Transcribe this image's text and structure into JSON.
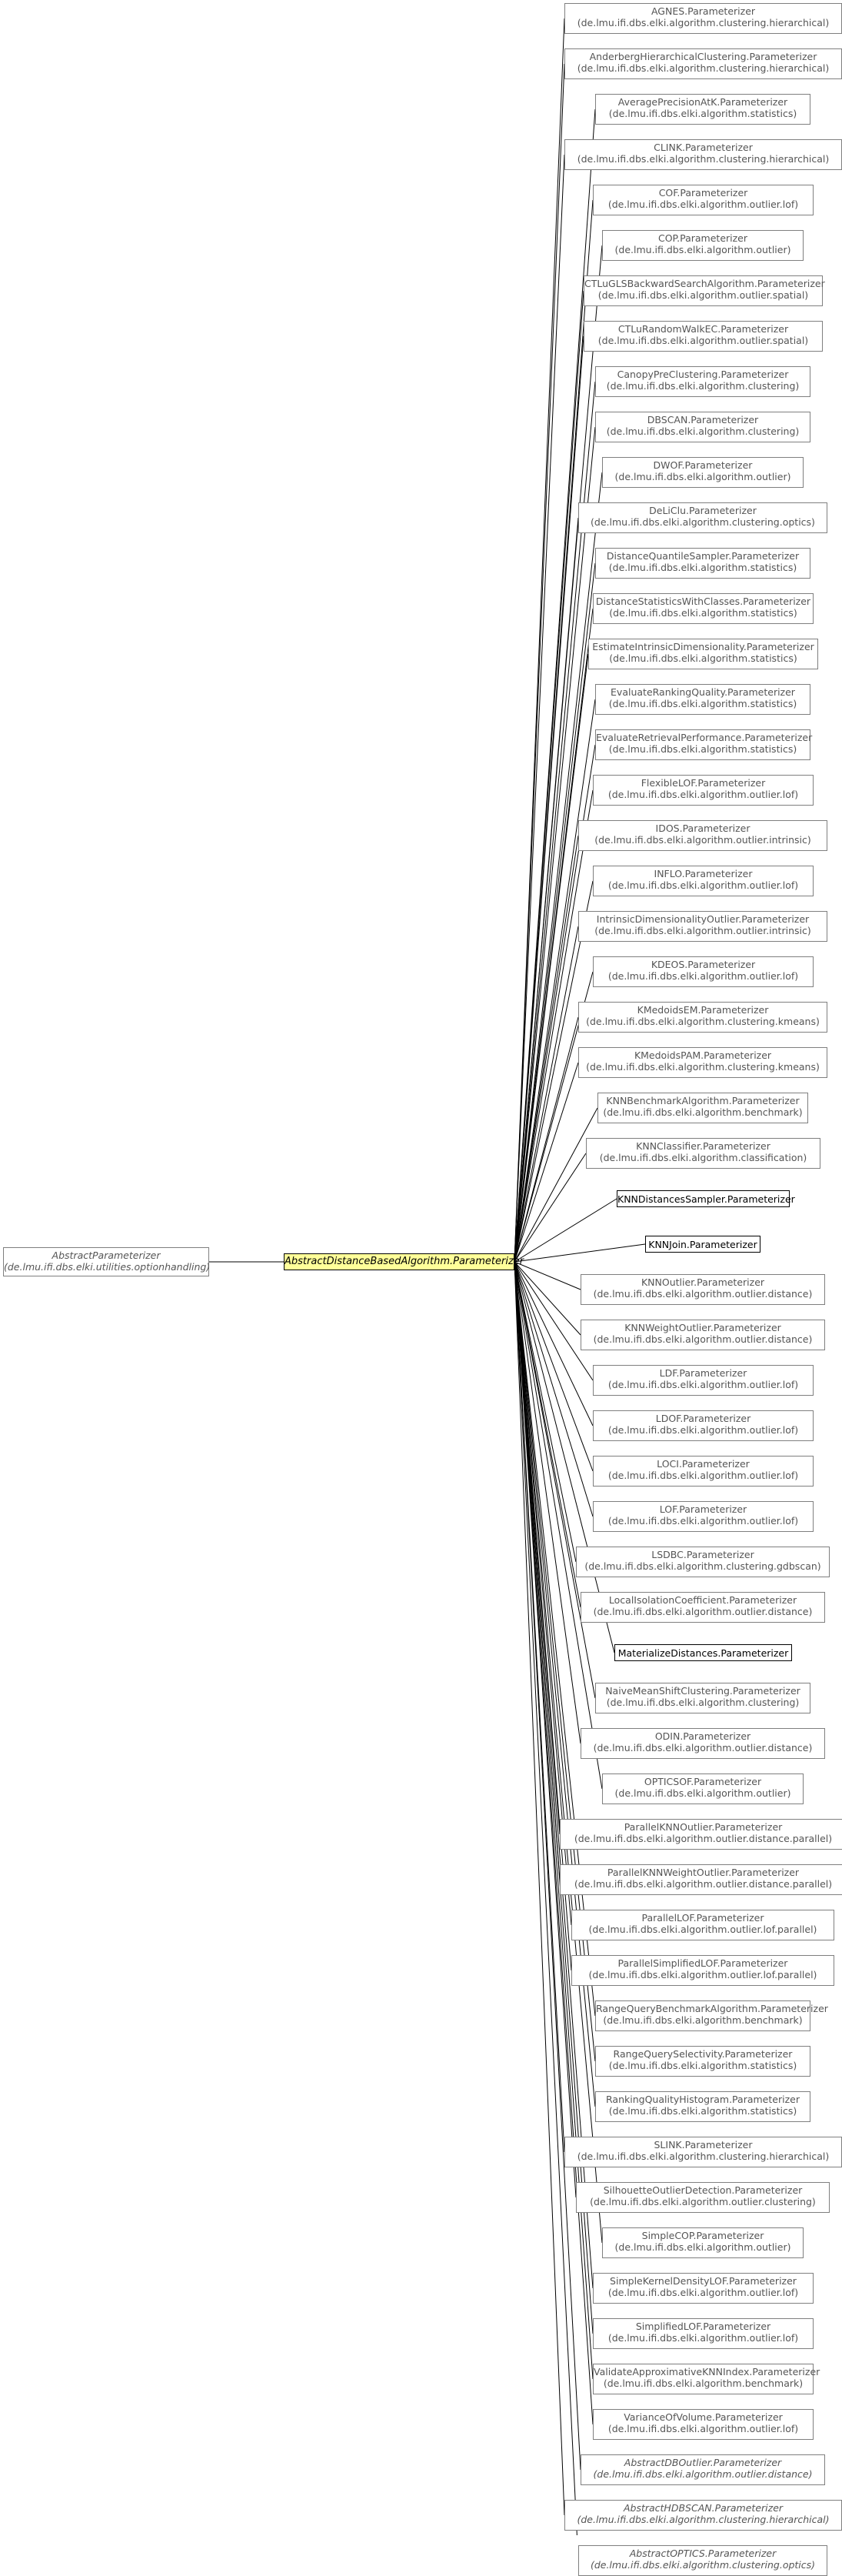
{
  "central": {
    "label": "AbstractDistanceBasedAlgorithm.Parameterizer"
  },
  "parent": {
    "label": "AbstractParameterizer",
    "package": "(de.lmu.ifi.dbs.elki.utilities.optionhandling)"
  },
  "children": [
    {
      "label": "AGNES.Parameterizer",
      "package": "(de.lmu.ifi.dbs.elki.algorithm.clustering.hierarchical)"
    },
    {
      "label": "AnderbergHierarchicalClustering.Parameterizer",
      "package": "(de.lmu.ifi.dbs.elki.algorithm.clustering.hierarchical)"
    },
    {
      "label": "AveragePrecisionAtK.Parameterizer",
      "package": "(de.lmu.ifi.dbs.elki.algorithm.statistics)"
    },
    {
      "label": "CLINK.Parameterizer",
      "package": "(de.lmu.ifi.dbs.elki.algorithm.clustering.hierarchical)"
    },
    {
      "label": "COF.Parameterizer",
      "package": "(de.lmu.ifi.dbs.elki.algorithm.outlier.lof)"
    },
    {
      "label": "COP.Parameterizer",
      "package": "(de.lmu.ifi.dbs.elki.algorithm.outlier)"
    },
    {
      "label": "CTLuGLSBackwardSearchAlgorithm.Parameterizer",
      "package": "(de.lmu.ifi.dbs.elki.algorithm.outlier.spatial)"
    },
    {
      "label": "CTLuRandomWalkEC.Parameterizer",
      "package": "(de.lmu.ifi.dbs.elki.algorithm.outlier.spatial)"
    },
    {
      "label": "CanopyPreClustering.Parameterizer",
      "package": "(de.lmu.ifi.dbs.elki.algorithm.clustering)"
    },
    {
      "label": "DBSCAN.Parameterizer",
      "package": "(de.lmu.ifi.dbs.elki.algorithm.clustering)"
    },
    {
      "label": "DWOF.Parameterizer",
      "package": "(de.lmu.ifi.dbs.elki.algorithm.outlier)"
    },
    {
      "label": "DeLiClu.Parameterizer",
      "package": "(de.lmu.ifi.dbs.elki.algorithm.clustering.optics)"
    },
    {
      "label": "DistanceQuantileSampler.Parameterizer",
      "package": "(de.lmu.ifi.dbs.elki.algorithm.statistics)"
    },
    {
      "label": "DistanceStatisticsWithClasses.Parameterizer",
      "package": "(de.lmu.ifi.dbs.elki.algorithm.statistics)"
    },
    {
      "label": "EstimateIntrinsicDimensionality.Parameterizer",
      "package": "(de.lmu.ifi.dbs.elki.algorithm.statistics)"
    },
    {
      "label": "EvaluateRankingQuality.Parameterizer",
      "package": "(de.lmu.ifi.dbs.elki.algorithm.statistics)"
    },
    {
      "label": "EvaluateRetrievalPerformance.Parameterizer",
      "package": "(de.lmu.ifi.dbs.elki.algorithm.statistics)"
    },
    {
      "label": "FlexibleLOF.Parameterizer",
      "package": "(de.lmu.ifi.dbs.elki.algorithm.outlier.lof)"
    },
    {
      "label": "IDOS.Parameterizer",
      "package": "(de.lmu.ifi.dbs.elki.algorithm.outlier.intrinsic)"
    },
    {
      "label": "INFLO.Parameterizer",
      "package": "(de.lmu.ifi.dbs.elki.algorithm.outlier.lof)"
    },
    {
      "label": "IntrinsicDimensionalityOutlier.Parameterizer",
      "package": "(de.lmu.ifi.dbs.elki.algorithm.outlier.intrinsic)"
    },
    {
      "label": "KDEOS.Parameterizer",
      "package": "(de.lmu.ifi.dbs.elki.algorithm.outlier.lof)"
    },
    {
      "label": "KMedoidsEM.Parameterizer",
      "package": "(de.lmu.ifi.dbs.elki.algorithm.clustering.kmeans)"
    },
    {
      "label": "KMedoidsPAM.Parameterizer",
      "package": "(de.lmu.ifi.dbs.elki.algorithm.clustering.kmeans)"
    },
    {
      "label": "KNNBenchmarkAlgorithm.Parameterizer",
      "package": "(de.lmu.ifi.dbs.elki.algorithm.benchmark)"
    },
    {
      "label": "KNNClassifier.Parameterizer",
      "package": "(de.lmu.ifi.dbs.elki.algorithm.classification)"
    },
    {
      "label": "KNNDistancesSampler.Parameterizer",
      "package": ""
    },
    {
      "label": "KNNJoin.Parameterizer",
      "package": ""
    },
    {
      "label": "KNNOutlier.Parameterizer",
      "package": "(de.lmu.ifi.dbs.elki.algorithm.outlier.distance)"
    },
    {
      "label": "KNNWeightOutlier.Parameterizer",
      "package": "(de.lmu.ifi.dbs.elki.algorithm.outlier.distance)"
    },
    {
      "label": "LDF.Parameterizer",
      "package": "(de.lmu.ifi.dbs.elki.algorithm.outlier.lof)"
    },
    {
      "label": "LDOF.Parameterizer",
      "package": "(de.lmu.ifi.dbs.elki.algorithm.outlier.lof)"
    },
    {
      "label": "LOCI.Parameterizer",
      "package": "(de.lmu.ifi.dbs.elki.algorithm.outlier.lof)"
    },
    {
      "label": "LOF.Parameterizer",
      "package": "(de.lmu.ifi.dbs.elki.algorithm.outlier.lof)"
    },
    {
      "label": "LSDBC.Parameterizer",
      "package": "(de.lmu.ifi.dbs.elki.algorithm.clustering.gdbscan)"
    },
    {
      "label": "LocalIsolationCoefficient.Parameterizer",
      "package": "(de.lmu.ifi.dbs.elki.algorithm.outlier.distance)"
    },
    {
      "label": "MaterializeDistances.Parameterizer",
      "package": ""
    },
    {
      "label": "NaiveMeanShiftClustering.Parameterizer",
      "package": "(de.lmu.ifi.dbs.elki.algorithm.clustering)"
    },
    {
      "label": "ODIN.Parameterizer",
      "package": "(de.lmu.ifi.dbs.elki.algorithm.outlier.distance)"
    },
    {
      "label": "OPTICSOF.Parameterizer",
      "package": "(de.lmu.ifi.dbs.elki.algorithm.outlier)"
    },
    {
      "label": "ParallelKNNOutlier.Parameterizer",
      "package": "(de.lmu.ifi.dbs.elki.algorithm.outlier.distance.parallel)"
    },
    {
      "label": "ParallelKNNWeightOutlier.Parameterizer",
      "package": "(de.lmu.ifi.dbs.elki.algorithm.outlier.distance.parallel)"
    },
    {
      "label": "ParallelLOF.Parameterizer",
      "package": "(de.lmu.ifi.dbs.elki.algorithm.outlier.lof.parallel)"
    },
    {
      "label": "ParallelSimplifiedLOF.Parameterizer",
      "package": "(de.lmu.ifi.dbs.elki.algorithm.outlier.lof.parallel)"
    },
    {
      "label": "RangeQueryBenchmarkAlgorithm.Parameterizer",
      "package": "(de.lmu.ifi.dbs.elki.algorithm.benchmark)"
    },
    {
      "label": "RangeQuerySelectivity.Parameterizer",
      "package": "(de.lmu.ifi.dbs.elki.algorithm.statistics)"
    },
    {
      "label": "RankingQualityHistogram.Parameterizer",
      "package": "(de.lmu.ifi.dbs.elki.algorithm.statistics)"
    },
    {
      "label": "SLINK.Parameterizer",
      "package": "(de.lmu.ifi.dbs.elki.algorithm.clustering.hierarchical)"
    },
    {
      "label": "SilhouetteOutlierDetection.Parameterizer",
      "package": "(de.lmu.ifi.dbs.elki.algorithm.outlier.clustering)"
    },
    {
      "label": "SimpleCOP.Parameterizer",
      "package": "(de.lmu.ifi.dbs.elki.algorithm.outlier)"
    },
    {
      "label": "SimpleKernelDensityLOF.Parameterizer",
      "package": "(de.lmu.ifi.dbs.elki.algorithm.outlier.lof)"
    },
    {
      "label": "SimplifiedLOF.Parameterizer",
      "package": "(de.lmu.ifi.dbs.elki.algorithm.outlier.lof)"
    },
    {
      "label": "ValidateApproximativeKNNIndex.Parameterizer",
      "package": "(de.lmu.ifi.dbs.elki.algorithm.benchmark)"
    },
    {
      "label": "VarianceOfVolume.Parameterizer",
      "package": "(de.lmu.ifi.dbs.elki.algorithm.outlier.lof)"
    },
    {
      "label": "AbstractDBOutlier.Parameterizer",
      "package": "(de.lmu.ifi.dbs.elki.algorithm.outlier.distance)",
      "abstract": true
    },
    {
      "label": "AbstractHDBSCAN.Parameterizer",
      "package": "(de.lmu.ifi.dbs.elki.algorithm.clustering.hierarchical)",
      "abstract": true
    },
    {
      "label": "AbstractOPTICS.Parameterizer",
      "package": "(de.lmu.ifi.dbs.elki.algorithm.clustering.optics)",
      "abstract": true
    }
  ]
}
